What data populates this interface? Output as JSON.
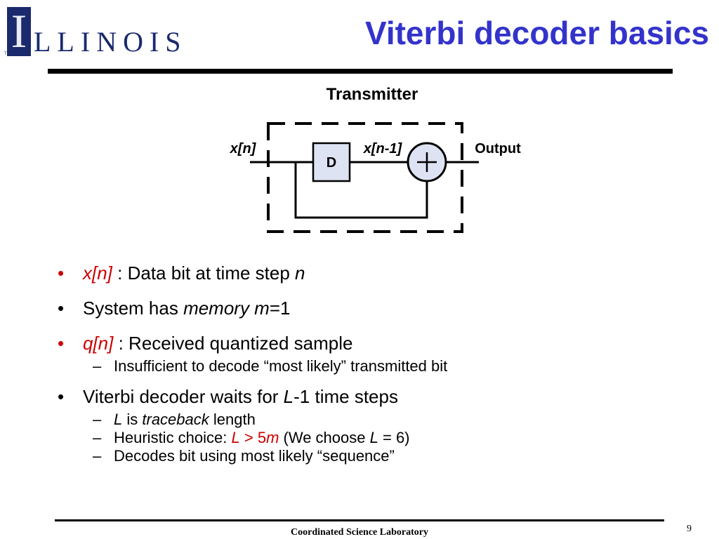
{
  "logo": {
    "initial": "I",
    "text": "LLINOIS",
    "tm": "TM"
  },
  "slide": {
    "title": "Viterbi decoder basics"
  },
  "diagram": {
    "title": "Transmitter",
    "input_label": "x[n]",
    "delay_label": "D",
    "delayed_label": "x[n-1]",
    "output_label": "Output"
  },
  "bullets": {
    "b1": {
      "marker": "•",
      "term": "x[n]",
      "text": " : Data bit at time step ",
      "var": "n"
    },
    "b2": {
      "marker": "•",
      "text": "System has ",
      "emph": "memory m",
      "tail": "=1"
    },
    "b3": {
      "marker": "•",
      "term": "q[n]",
      "text": " : Received quantized sample"
    },
    "b3_sub": {
      "marker": "–",
      "text": "Insufficient  to decode “most likely” transmitted bit"
    },
    "b4": {
      "marker": "•",
      "text": "Viterbi decoder waits for ",
      "var": "L",
      "tail": "-1 time steps"
    },
    "b4_sub1": {
      "marker": "–",
      "var": "L",
      "text": " is ",
      "emph": "traceback",
      "tail": " length"
    },
    "b4_sub2": {
      "marker": "–",
      "text": "Heuristic choice: ",
      "cond_var": "L",
      "cond_op": " > 5",
      "cond_m": "m",
      "paren_open": " (We choose ",
      "paren_var": "L",
      "paren_tail": " = 6)"
    },
    "b4_sub3": {
      "marker": "–",
      "text": "Decodes bit using most likely “sequence”"
    }
  },
  "footer": {
    "lab": "Coordinated Science Laboratory",
    "page": "9"
  },
  "colors": {
    "title": "#3333cc",
    "term": "#cc0000",
    "logo": "#1a2a6c",
    "delay_fill": "#dde3f2"
  }
}
